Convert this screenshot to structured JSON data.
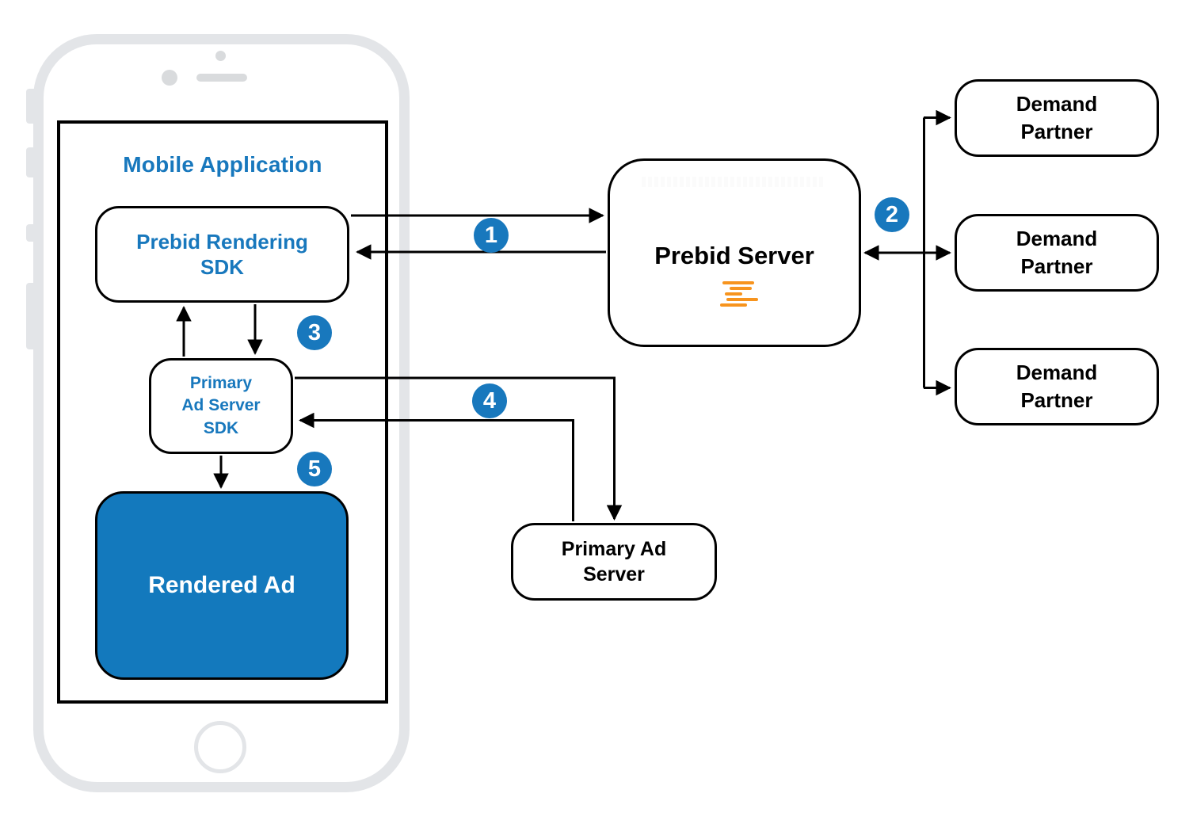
{
  "mobile_app": {
    "title": "Mobile Application",
    "prebid_rendering_sdk_label": "Prebid Rendering\nSDK",
    "primary_ad_server_sdk_label": "Primary\nAd Server\nSDK",
    "rendered_ad_label": "Rendered Ad"
  },
  "prebid_server": {
    "label": "Prebid Server",
    "icon": "prebid-logo-lines-icon"
  },
  "demand_partners": [
    {
      "label": "Demand\nPartner"
    },
    {
      "label": "Demand\nPartner"
    },
    {
      "label": "Demand\nPartner"
    }
  ],
  "primary_ad_server": {
    "label": "Primary Ad\nServer"
  },
  "steps": [
    {
      "number": "1"
    },
    {
      "number": "2"
    },
    {
      "number": "3"
    },
    {
      "number": "4"
    },
    {
      "number": "5"
    }
  ],
  "colors": {
    "accent_blue": "#1878BD",
    "rendered_ad_fill": "#1379BD",
    "logo_orange": "#F7941E",
    "box_border": "#000000",
    "phone_frame_gray": "#E3E5E8"
  }
}
